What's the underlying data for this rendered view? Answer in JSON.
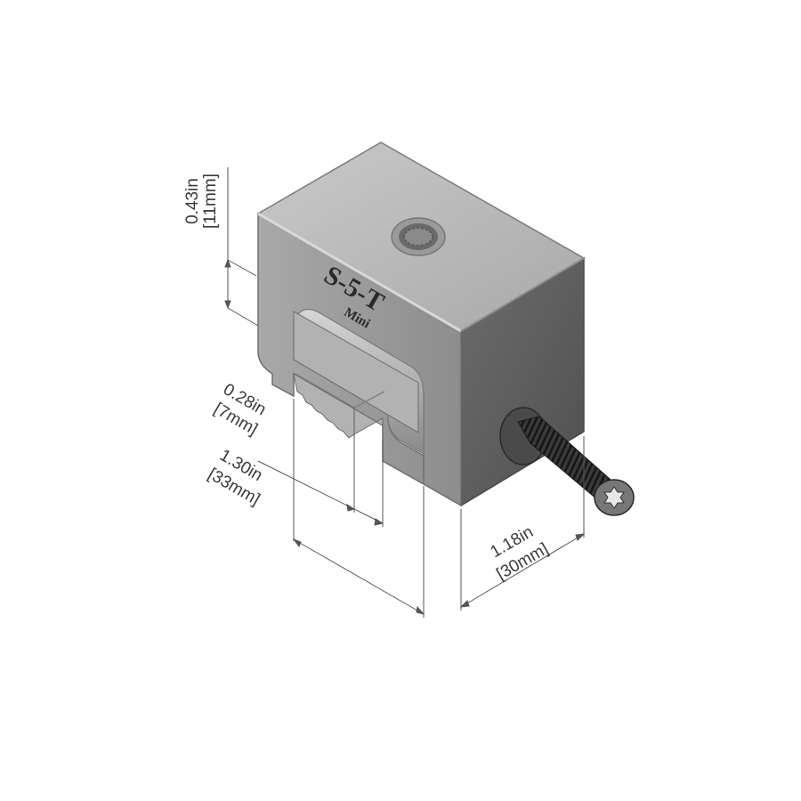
{
  "product": {
    "brand_mark": "S-5-T",
    "model_mark": "Mini"
  },
  "dimensions": {
    "height": {
      "imperial": "0.43in",
      "metric": "[11mm]"
    },
    "slot": {
      "imperial": "0.28in",
      "metric": "[7mm]"
    },
    "width": {
      "imperial": "1.30in",
      "metric": "[33mm]"
    },
    "depth": {
      "imperial": "1.18in",
      "metric": "[30mm]"
    }
  },
  "colors": {
    "top_face": "#b9b9b9",
    "front_face": "#9c9c9c",
    "right_face": "#616161",
    "screw": "#2e2e2e",
    "dimension_line": "#555555"
  }
}
